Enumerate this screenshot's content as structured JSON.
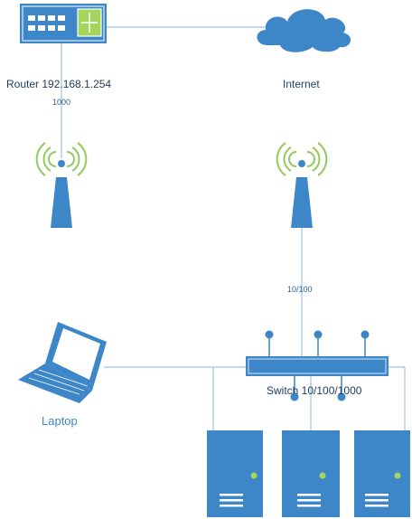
{
  "labels": {
    "router": "Router 192.168.1.254",
    "router_speed": "1000",
    "internet": "Internet",
    "uplink_speed": "10/100",
    "switch": "Switch 10/100/1000",
    "laptop": "Laptop"
  },
  "colors": {
    "device_fill": "#3d86c8",
    "line": "#9cc2e3",
    "signal": "#92c95e",
    "status_dot": "#a4d65e",
    "white": "#ffffff"
  }
}
